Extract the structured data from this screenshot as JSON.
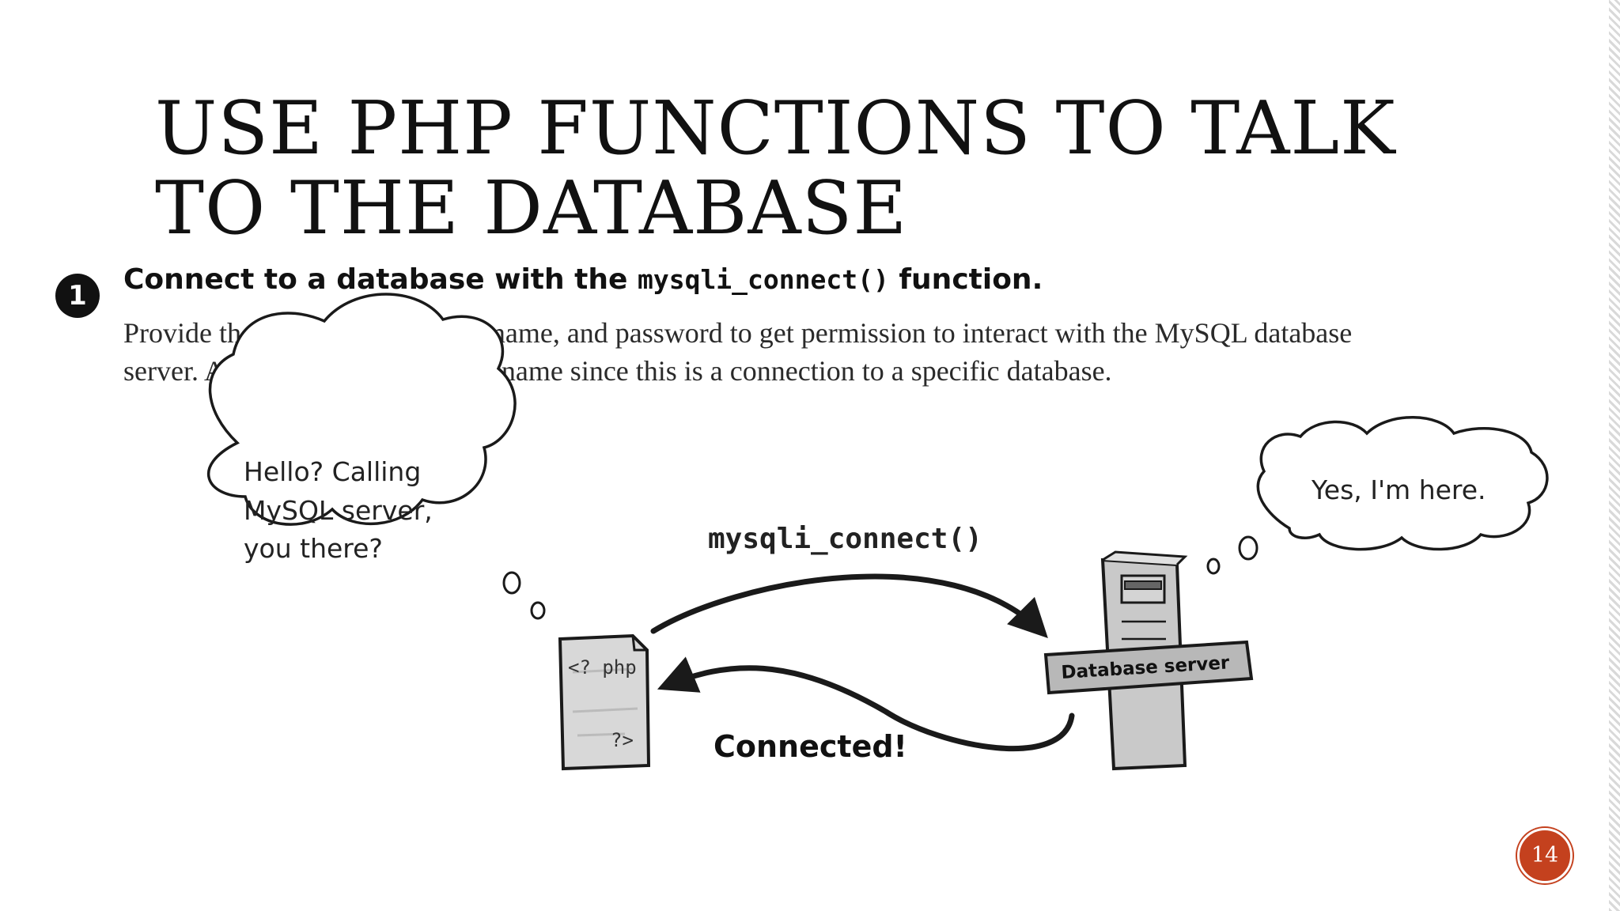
{
  "slide": {
    "title_line1": "USE PHP FUNCTIONS TO TALK",
    "title_line2": "TO THE DATABASE",
    "page_number": "14",
    "accent_color": "#c4411e"
  },
  "step": {
    "number": "1",
    "heading_before": "Connect to a database with the ",
    "heading_code": "mysqli_connect()",
    "heading_after": " function.",
    "description_line1": "Provide the server location, username, and password to get permission to interact with the MySQL database",
    "description_line2": "server. Also specify the database name since this is a connection to a specific database."
  },
  "diagram": {
    "php_bubble_lines": [
      "Hello? Calling",
      "MySQL server,",
      "you there?"
    ],
    "server_bubble": "Yes, I'm here.",
    "request_label": "mysqli_connect()",
    "response_label": "Connected!",
    "server_label": "Database server",
    "php_open_tag": "<? php",
    "php_close_tag": "?>"
  }
}
